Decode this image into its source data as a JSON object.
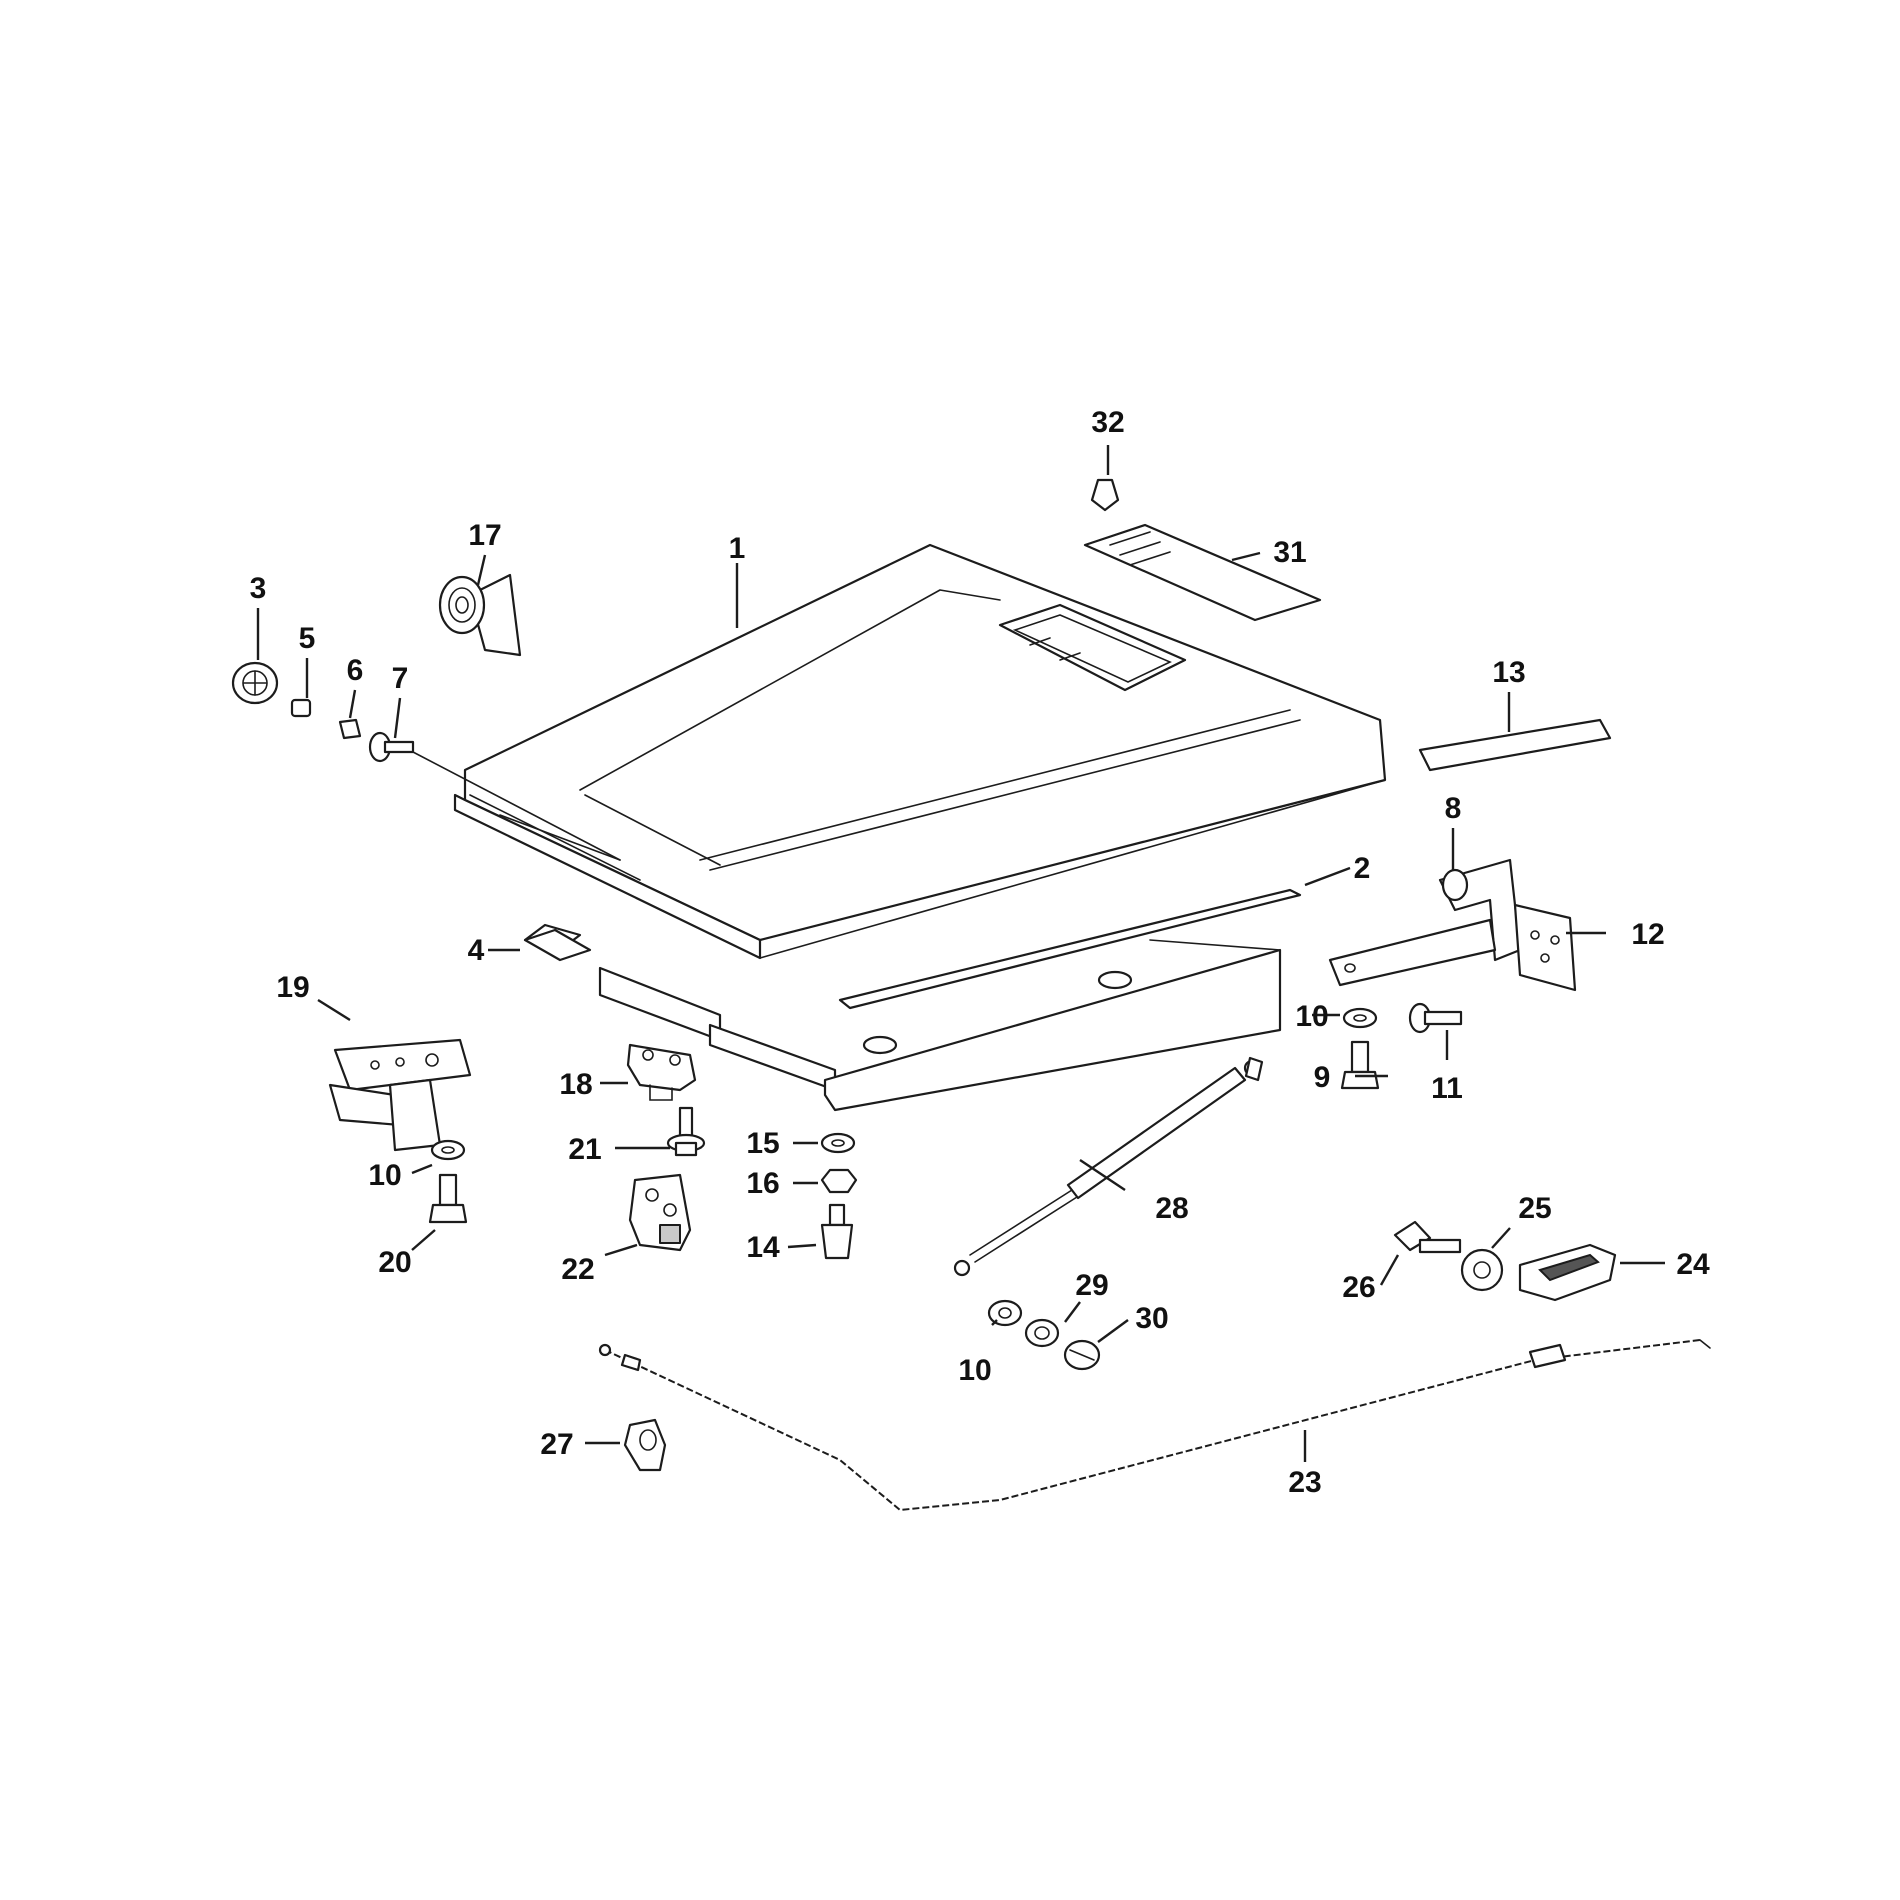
{
  "callouts": {
    "c1": "1",
    "c2": "2",
    "c3": "3",
    "c4": "4",
    "c5": "5",
    "c6": "6",
    "c7": "7",
    "c8": "8",
    "c9": "9",
    "c10a": "10",
    "c10b": "10",
    "c10c": "10",
    "c11": "11",
    "c12": "12",
    "c13": "13",
    "c14": "14",
    "c15": "15",
    "c16": "16",
    "c17": "17",
    "c18": "18",
    "c19": "19",
    "c20": "20",
    "c21": "21",
    "c22": "22",
    "c23": "23",
    "c24": "24",
    "c25": "25",
    "c26": "26",
    "c27": "27",
    "c28": "28",
    "c29": "29",
    "c30": "30",
    "c31": "31",
    "c32": "32"
  }
}
